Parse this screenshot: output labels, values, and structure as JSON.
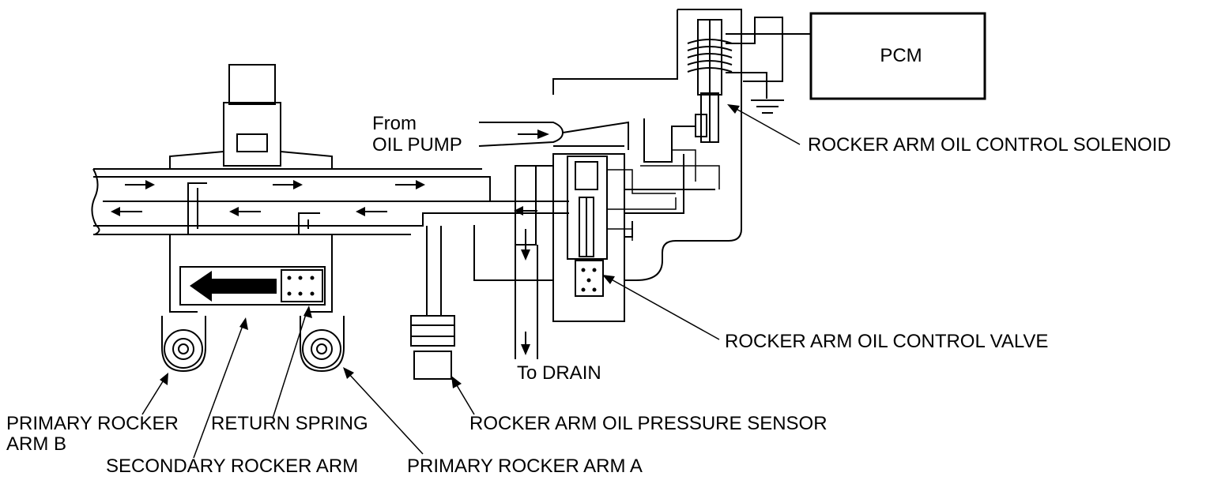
{
  "labels": {
    "pcm": "PCM",
    "from": "From",
    "oil_pump": "OIL PUMP",
    "to_drain": "To DRAIN",
    "solenoid": "ROCKER ARM OIL CONTROL SOLENOID",
    "control_valve": "ROCKER ARM OIL CONTROL VALVE",
    "pressure_sensor": "ROCKER ARM OIL PRESSURE SENSOR",
    "return_spring": "RETURN SPRING",
    "primary_b_line1": "PRIMARY ROCKER",
    "primary_b_line2": "ARM B",
    "secondary_arm": "SECONDARY ROCKER ARM",
    "primary_a": "PRIMARY ROCKER ARM A"
  }
}
